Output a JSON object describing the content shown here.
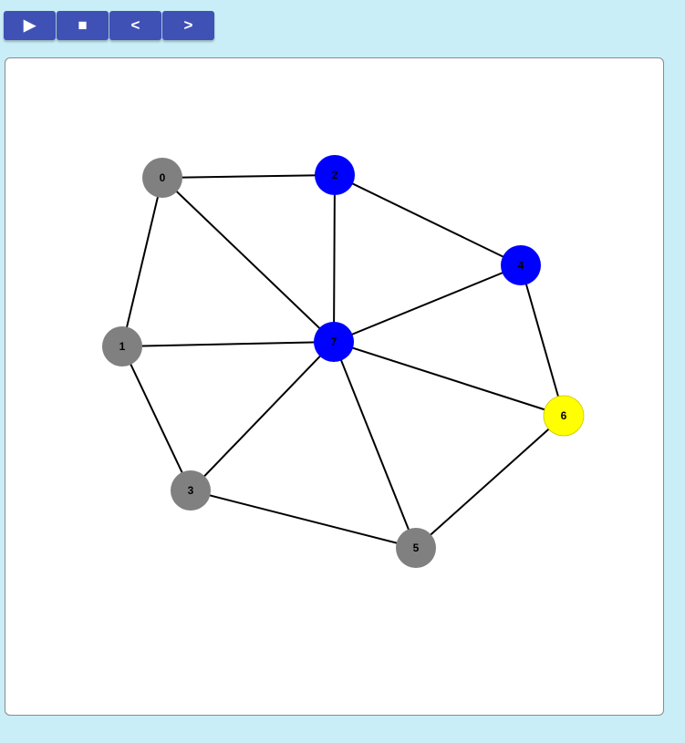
{
  "toolbar": {
    "buttons": [
      {
        "id": "play",
        "label": "▶",
        "icon": "play-icon"
      },
      {
        "id": "stop",
        "label": "■",
        "icon": "stop-icon"
      },
      {
        "id": "prev",
        "label": "<",
        "icon": "chevron-left-icon"
      },
      {
        "id": "next",
        "label": ">",
        "icon": "chevron-right-icon"
      }
    ]
  },
  "graph": {
    "colors": {
      "gray": "#808080",
      "blue": "#0000ff",
      "yellow": "#ffff00",
      "edge": "#000000"
    },
    "nodes": [
      {
        "id": "0",
        "label": "0",
        "color": "gray"
      },
      {
        "id": "1",
        "label": "1",
        "color": "gray"
      },
      {
        "id": "2",
        "label": "2",
        "color": "blue"
      },
      {
        "id": "3",
        "label": "3",
        "color": "gray"
      },
      {
        "id": "4",
        "label": "4",
        "color": "blue"
      },
      {
        "id": "5",
        "label": "5",
        "color": "gray"
      },
      {
        "id": "6",
        "label": "6",
        "color": "yellow"
      },
      {
        "id": "7",
        "label": "7",
        "color": "blue"
      }
    ],
    "edges": [
      [
        "0",
        "2"
      ],
      [
        "0",
        "1"
      ],
      [
        "0",
        "7"
      ],
      [
        "2",
        "7"
      ],
      [
        "2",
        "4"
      ],
      [
        "4",
        "7"
      ],
      [
        "4",
        "6"
      ],
      [
        "1",
        "7"
      ],
      [
        "1",
        "3"
      ],
      [
        "7",
        "3"
      ],
      [
        "7",
        "5"
      ],
      [
        "7",
        "6"
      ],
      [
        "3",
        "5"
      ],
      [
        "5",
        "6"
      ]
    ]
  }
}
